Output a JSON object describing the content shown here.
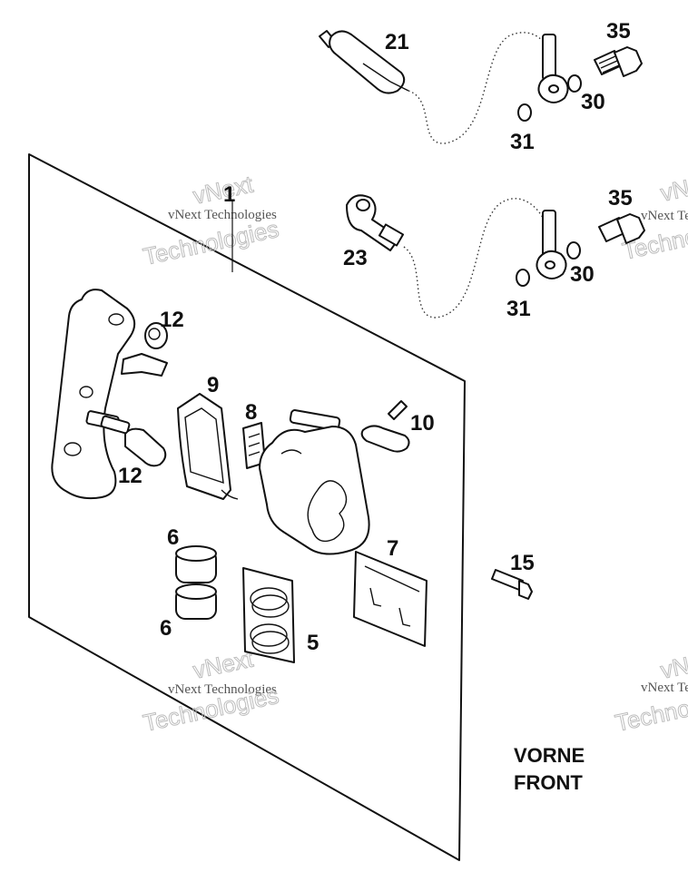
{
  "diagram": {
    "callouts": {
      "c21": "21",
      "c35a": "35",
      "c30a": "30",
      "c31a": "31",
      "c1": "1",
      "c23": "23",
      "c35b": "35",
      "c30b": "30",
      "c31b": "31",
      "c12a": "12",
      "c9": "9",
      "c8": "8",
      "c10": "10",
      "c12b": "12",
      "c6a": "6",
      "c6b": "6",
      "c7": "7",
      "c5": "5",
      "c15": "15"
    },
    "direction": {
      "line1": "VORNE",
      "line2": "FRONT"
    },
    "watermark": {
      "small": "vNext Technologies",
      "big_top": "vNext",
      "big_bottom": "Technologies"
    }
  }
}
